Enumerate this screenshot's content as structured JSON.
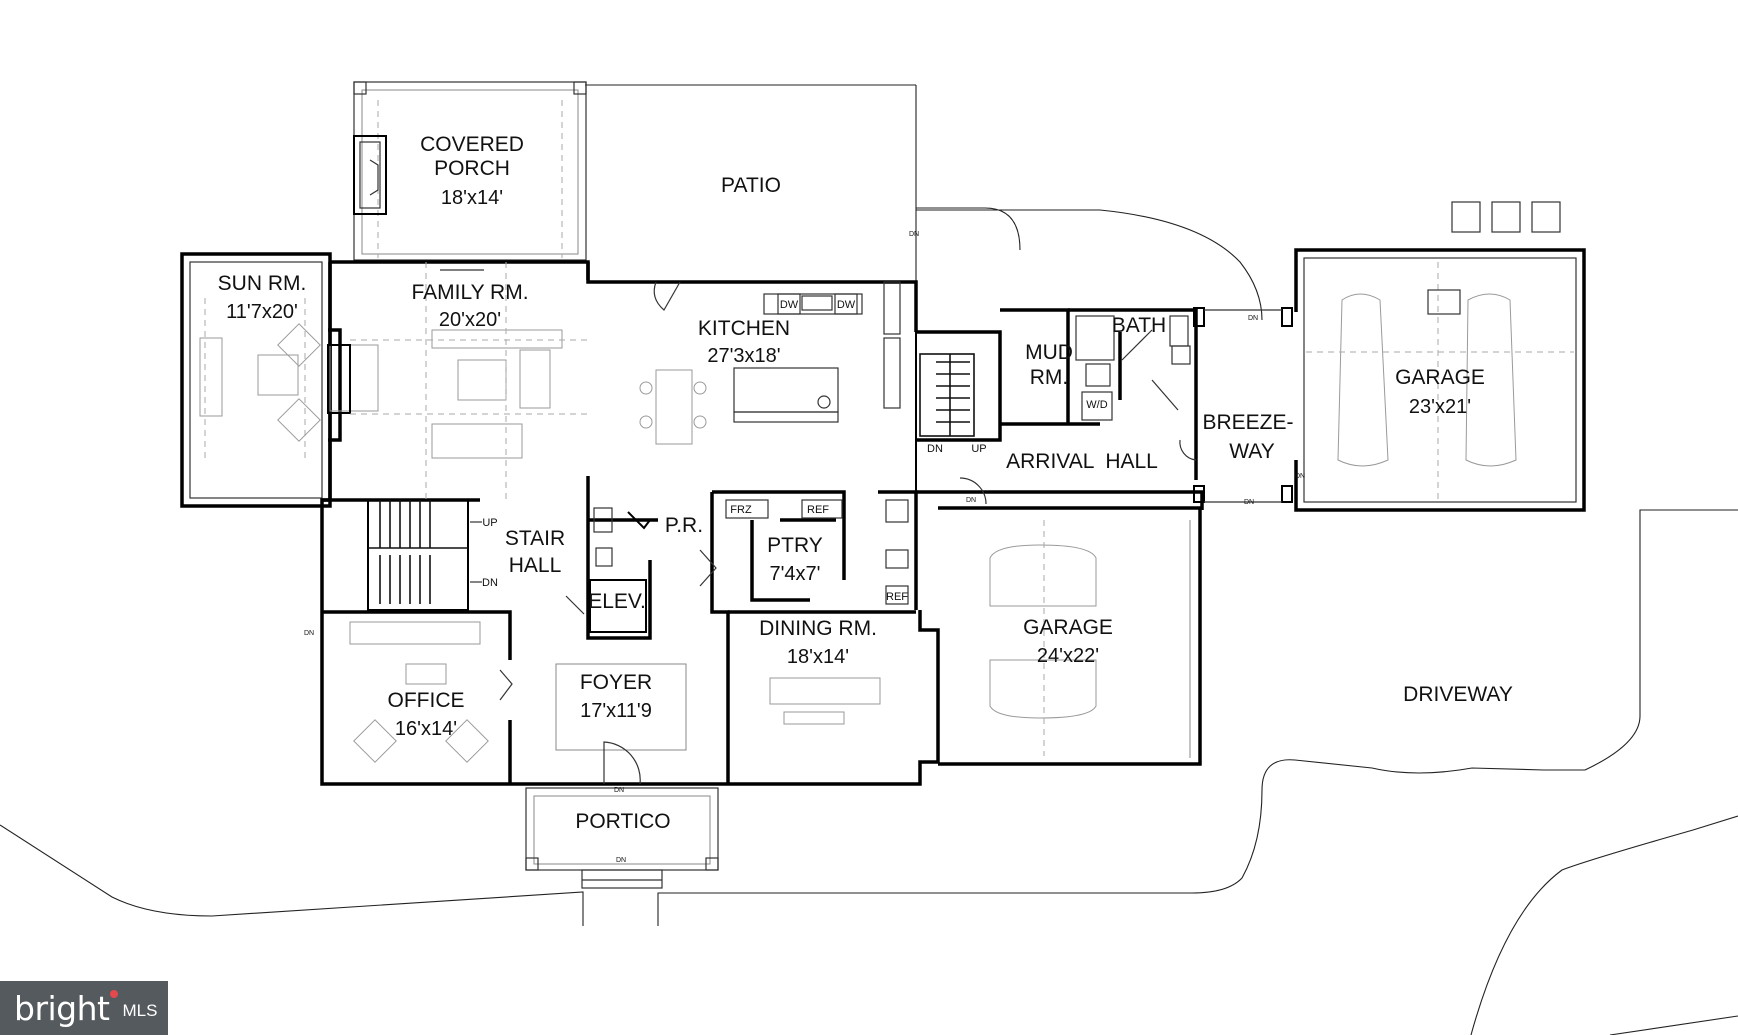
{
  "rooms": {
    "covered_porch": {
      "name_line1": "COVERED",
      "name_line2": "PORCH",
      "dim": "18'x14'"
    },
    "patio": {
      "name": "PATIO"
    },
    "sun_room": {
      "name": "SUN RM.",
      "dim": "11'7x20'"
    },
    "family_room": {
      "name": "FAMILY RM.",
      "dim": "20'x20'"
    },
    "kitchen": {
      "name": "KITCHEN",
      "dim": "27'3x18'"
    },
    "mud_room": {
      "name_line1": "MUD",
      "name_line2": "RM."
    },
    "bath": {
      "name": "BATH"
    },
    "breezeway": {
      "name_line1": "BREEZE-",
      "name_line2": "WAY"
    },
    "garage_right": {
      "name": "GARAGE",
      "dim": "23'x21'"
    },
    "arrival_hall": {
      "name": "ARRIVAL  HALL"
    },
    "stair_hall": {
      "name_line1": "STAIR",
      "name_line2": "HALL"
    },
    "powder_room": {
      "name": "P.R."
    },
    "pantry": {
      "name": "PTRY",
      "dim": "7'4x7'"
    },
    "elevator": {
      "name": "ELEV."
    },
    "dining_room": {
      "name": "DINING RM.",
      "dim": "18'x14'"
    },
    "garage_center": {
      "name": "GARAGE",
      "dim": "24'x22'"
    },
    "office": {
      "name": "OFFICE",
      "dim": "16'x14'"
    },
    "foyer": {
      "name": "FOYER",
      "dim": "17'x11'9"
    },
    "portico": {
      "name": "PORTICO"
    },
    "driveway": {
      "name": "DRIVEWAY"
    }
  },
  "fixtures": {
    "dw_left": "DW",
    "dw_right": "DW",
    "frz": "FRZ",
    "ref_pantry": "REF",
    "ref_hall": "REF",
    "wd": "W/D",
    "up_main": "UP",
    "dn_main": "DN",
    "dn_rear": "DN",
    "up_rear": "UP",
    "dn_tags": [
      "DN",
      "DN",
      "DN",
      "DN",
      "DN",
      "DN",
      "DN",
      "DN"
    ]
  },
  "logo": {
    "word": "bright",
    "mls": "MLS"
  },
  "colors": {
    "line": "#000000",
    "furniture": "#9a9a9a",
    "logo_bg": "#555a5e",
    "logo_dot": "#e5484d"
  }
}
